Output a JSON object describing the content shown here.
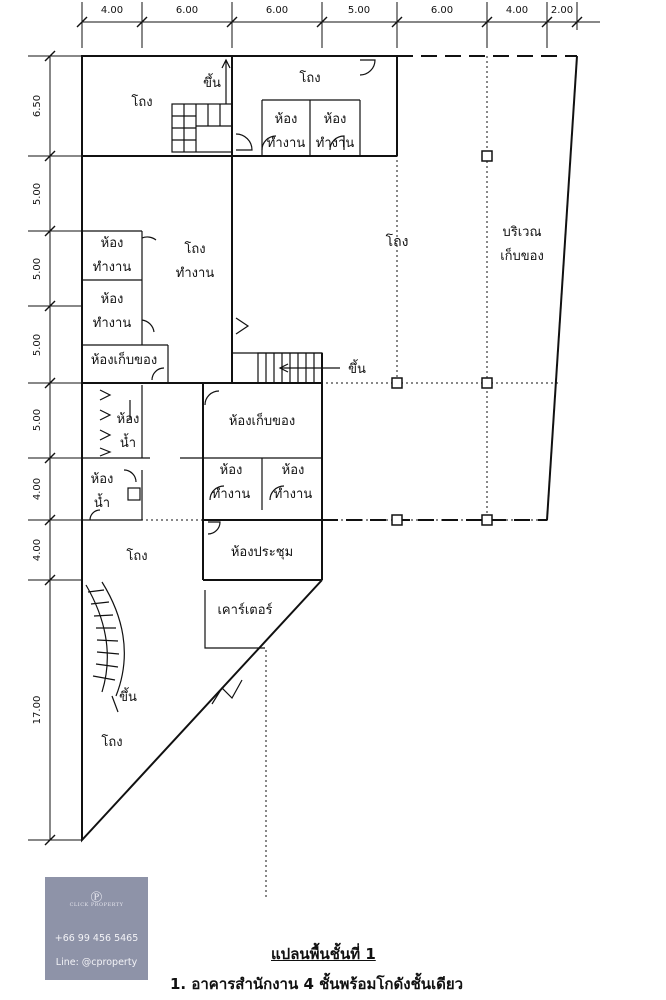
{
  "dimensions": {
    "top": [
      "4.00",
      "6.00",
      "6.00",
      "5.00",
      "6.00",
      "4.00",
      "2.00"
    ],
    "left": [
      "6.50",
      "5.00",
      "5.00",
      "5.00",
      "5.00",
      "4.00",
      "4.00",
      "17.00"
    ]
  },
  "rooms": {
    "hall": "โถง",
    "office_room_1": "ห้อง",
    "office_room_2": "ทำงาน",
    "office_hall_1": "โถง",
    "office_hall_2": "ทำงาน",
    "storeroom": "ห้องเก็บของ",
    "toilet_1": "ห้อง",
    "toilet_2": "น้ำ",
    "storage_area_1": "บริเวณ",
    "storage_area_2": "เก็บของ",
    "meeting_room": "ห้องประชุม",
    "counter": "เคาร์เตอร์",
    "stair_up": "ขึ้น"
  },
  "titles": {
    "plan_title": "แปลนพื้นชั้นที่ 1",
    "building_title": "1.  อาคารสำนักงาน 4 ชั้นพร้อมโกดังชั้นเดียว"
  },
  "watermark": {
    "logo": "℗",
    "brand": "CLICK PROPERTY",
    "phone": "+66 99 456 5465",
    "line": "Line: @cproperty"
  }
}
